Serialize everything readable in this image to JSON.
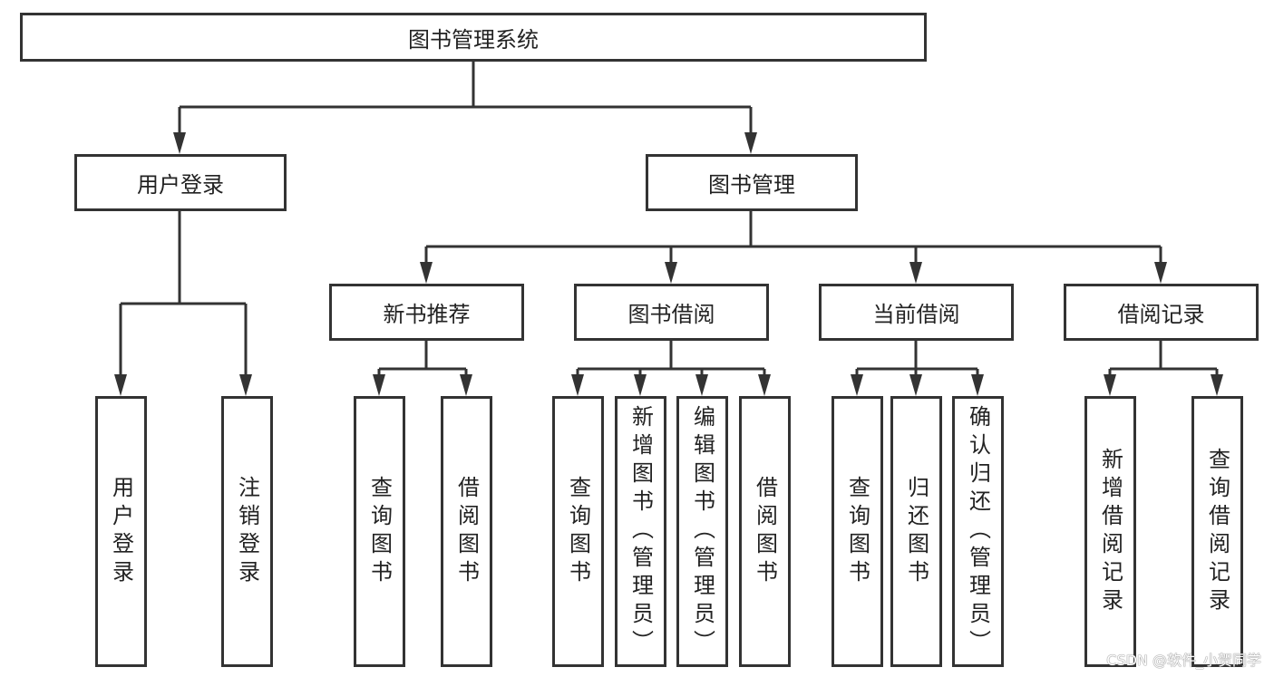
{
  "root": {
    "label": "图书管理系统"
  },
  "level1": [
    {
      "label": "用户登录"
    },
    {
      "label": "图书管理"
    }
  ],
  "modules": [
    {
      "label": "新书推荐"
    },
    {
      "label": "图书借阅"
    },
    {
      "label": "当前借阅"
    },
    {
      "label": "借阅记录"
    }
  ],
  "leaves": {
    "user_login": [
      "用户登录",
      "注销登录"
    ],
    "new_books": [
      "查询图书",
      "借阅图书"
    ],
    "borrow": [
      "查询图书",
      "新增图书（管理员）",
      "编辑图书（管理员）",
      "借阅图书"
    ],
    "current": [
      "查询图书",
      "归还图书",
      "确认归还（管理员）"
    ],
    "records": [
      "新增借阅记录",
      "查询借阅记录"
    ]
  },
  "watermark": "CSDN @软件_小贺同学",
  "colors": {
    "stroke": "#333333",
    "background": "#ffffff"
  }
}
